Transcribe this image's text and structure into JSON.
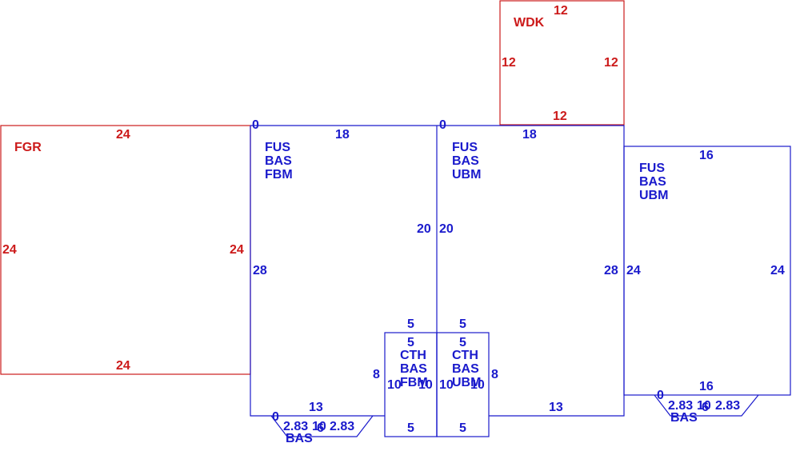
{
  "colors": {
    "living": "#1a1acc",
    "garage_deck": "#cc1a1a"
  },
  "areas": {
    "fgr": {
      "code": "FGR",
      "dims": {
        "top": "24",
        "left": "24",
        "right": "24",
        "bottom": "24"
      }
    },
    "wdk": {
      "code": "WDK",
      "dims": {
        "top": "12",
        "left": "12",
        "right": "12",
        "bottom": "12"
      }
    },
    "main_left": {
      "codes": [
        "FUS",
        "BAS",
        "FBM"
      ],
      "dims": {
        "corner": "0",
        "top": "18",
        "left": "28",
        "right": "20",
        "bottom": "13",
        "bottom_corner": "0"
      }
    },
    "main_right": {
      "codes": [
        "FUS",
        "BAS",
        "UBM"
      ],
      "dims": {
        "corner": "0",
        "top": "18",
        "left": "20",
        "right": "28",
        "bottom": "13"
      }
    },
    "east_wing": {
      "codes": [
        "FUS",
        "BAS",
        "UBM"
      ],
      "dims": {
        "top": "16",
        "left": "24",
        "right": "24",
        "bottom": "16",
        "bottom_corner": "0"
      }
    },
    "cth_left": {
      "codes": [
        "CTH",
        "BAS",
        "FBM"
      ],
      "dims": {
        "top_outer": "5",
        "top_inner": "5",
        "left": "8",
        "inner_left": "10",
        "inner_right": "10",
        "bottom": "5"
      }
    },
    "cth_right": {
      "codes": [
        "CTH",
        "BAS",
        "UBM"
      ],
      "dims": {
        "top_outer": "5",
        "top_inner": "5",
        "right": "8",
        "inner_left": "10",
        "inner_right": "10",
        "bottom": "5"
      }
    },
    "bay_left": {
      "code": "BAS",
      "dims": {
        "left": "2.83",
        "center": "6",
        "center_b": "10",
        "right": "2.83"
      }
    },
    "bay_right": {
      "code": "BAS",
      "dims": {
        "left": "2.83",
        "center": "6",
        "center_b": "10",
        "right": "2.83"
      }
    }
  }
}
